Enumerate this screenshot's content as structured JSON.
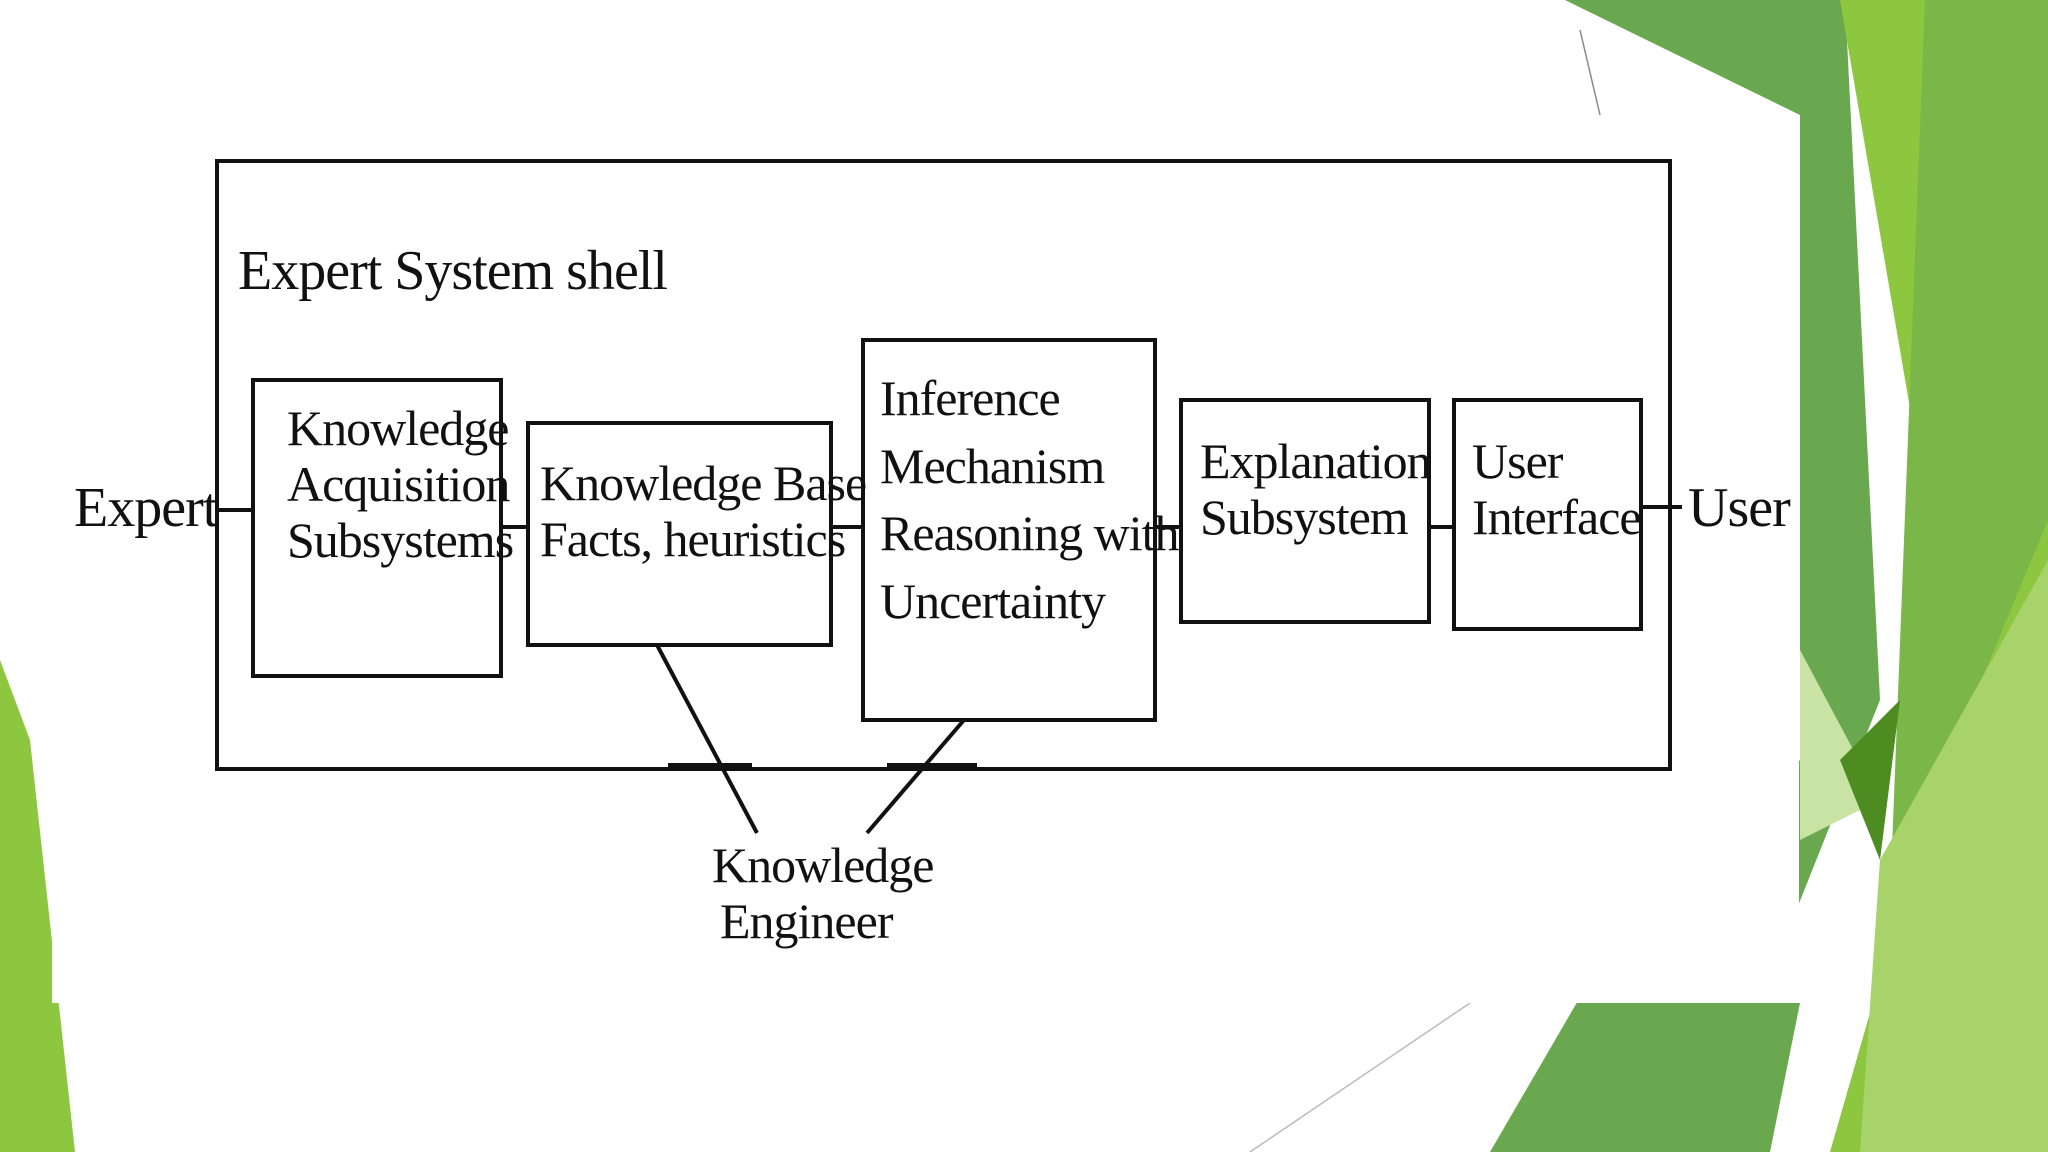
{
  "theme": {
    "greens": [
      "#8dc63f",
      "#7ab648",
      "#6aa84f",
      "#5a9a32",
      "#c9e3a4",
      "#4e8c22",
      "#a8d36b"
    ],
    "line_color": "#111111"
  },
  "diagram": {
    "shell_label": "Expert System shell",
    "input_label": "Expert",
    "output_label": "User",
    "external_label_lines": [
      "Knowledge",
      "Engineer"
    ],
    "boxes": [
      {
        "id": "knowledge-acquisition",
        "lines": [
          "Knowledge",
          "Acquisition",
          "Subsystems"
        ]
      },
      {
        "id": "knowledge-base",
        "lines": [
          "Knowledge Base",
          "Facts, heuristics"
        ]
      },
      {
        "id": "inference-mechanism",
        "lines": [
          "Inference",
          "Mechanism",
          "Reasoning with",
          "Uncertainty"
        ]
      },
      {
        "id": "explanation-subsystem",
        "lines": [
          "Explanation",
          "Subsystem"
        ]
      },
      {
        "id": "user-interface",
        "lines": [
          "User",
          "Interface"
        ]
      }
    ]
  }
}
